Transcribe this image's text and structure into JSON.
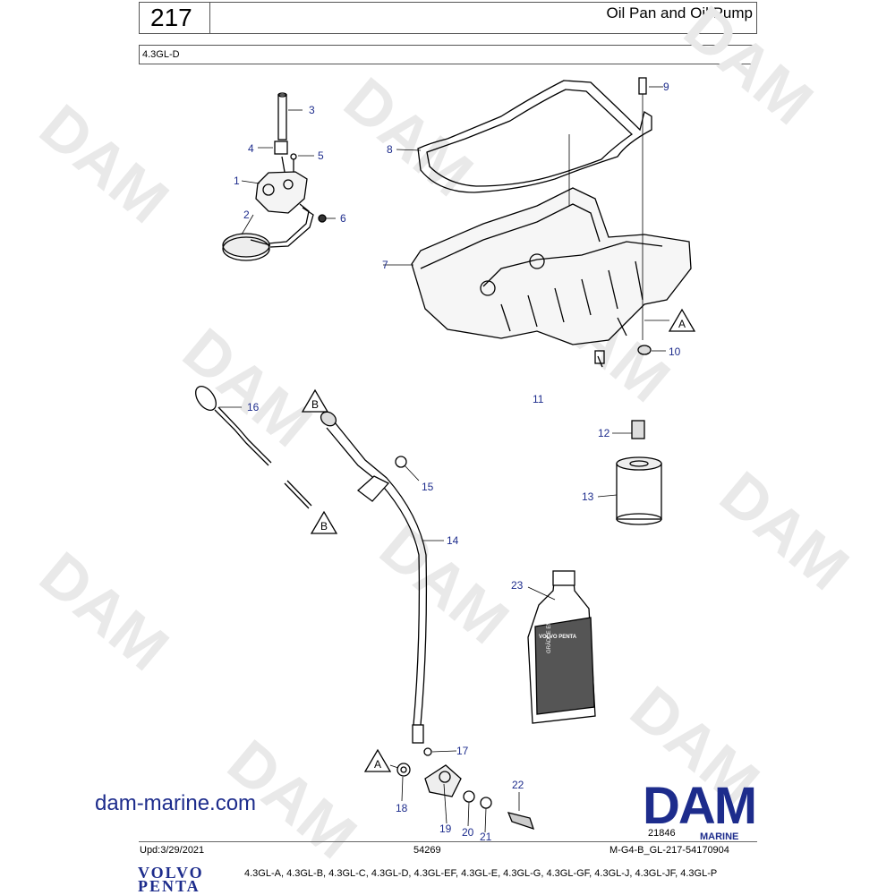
{
  "header": {
    "page_number": "217",
    "title": "Oil Pan and Oil Pump",
    "model": "4.3GL-D"
  },
  "watermark": "DAM",
  "callouts": {
    "c1": "1",
    "c2": "2",
    "c3": "3",
    "c4": "4",
    "c5": "5",
    "c6": "6",
    "c7": "7",
    "c8": "8",
    "c9": "9",
    "c10": "10",
    "c11": "11",
    "c12": "12",
    "c13": "13",
    "c14": "14",
    "c15": "15",
    "c16": "16",
    "c17": "17",
    "c18": "18",
    "c19": "19",
    "c20": "20",
    "c21": "21",
    "c22": "22",
    "c23": "23"
  },
  "reference_marks": {
    "a": "A",
    "b": "B"
  },
  "bottle_label": {
    "brand": "VOLVO PENTA",
    "text": "GRÄDDE ENGINE OIL"
  },
  "branding": {
    "site": "dam-marine.com",
    "dam_logo": "DAM",
    "dam_marine": "MARINE",
    "brand_color": "#1d2c8c"
  },
  "footer": {
    "drawing_number": "21846",
    "updated": "Upd:3/29/2021",
    "code": "54269",
    "reference": "M-G4-B_GL-217-54170904",
    "models": "4.3GL-A, 4.3GL-B, 4.3GL-C, 4.3GL-D, 4.3GL-EF, 4.3GL-E, 4.3GL-G, 4.3GL-GF, 4.3GL-J, 4.3GL-JF, 4.3GL-P"
  },
  "volvo_penta_logo": {
    "line1": "VOLVO",
    "line2": "PENTA"
  }
}
